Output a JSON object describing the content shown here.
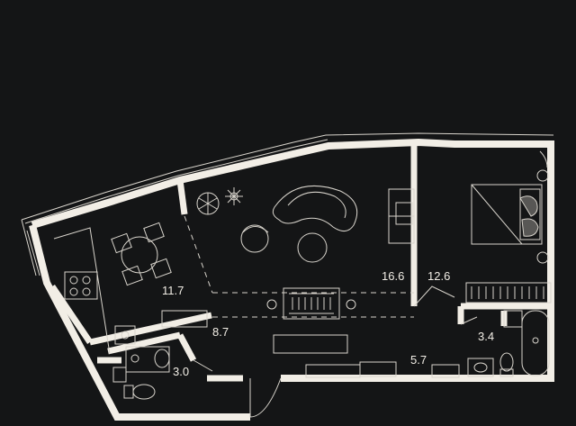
{
  "colors": {
    "background": "#141516",
    "wall": "#f2eee6",
    "line": "#d8d4cc"
  },
  "rooms": [
    {
      "id": "kitchen",
      "area": "11.7"
    },
    {
      "id": "living",
      "area": "16.6"
    },
    {
      "id": "bedroom",
      "area": "12.6"
    },
    {
      "id": "hall",
      "area": "8.7"
    },
    {
      "id": "bathroom",
      "area": "3.4"
    },
    {
      "id": "wc",
      "area": "3.0"
    },
    {
      "id": "corridor",
      "area": "5.7"
    }
  ],
  "icons": [
    "plant-icon",
    "flower-icon",
    "sofa-icon",
    "armchair-icon",
    "round-table-icon",
    "desk-icon",
    "bed-icon",
    "dining-table-icon",
    "stove-icon",
    "sink-icon",
    "bathtub-icon",
    "toilet-icon",
    "wardrobe-icon",
    "door-icon"
  ]
}
